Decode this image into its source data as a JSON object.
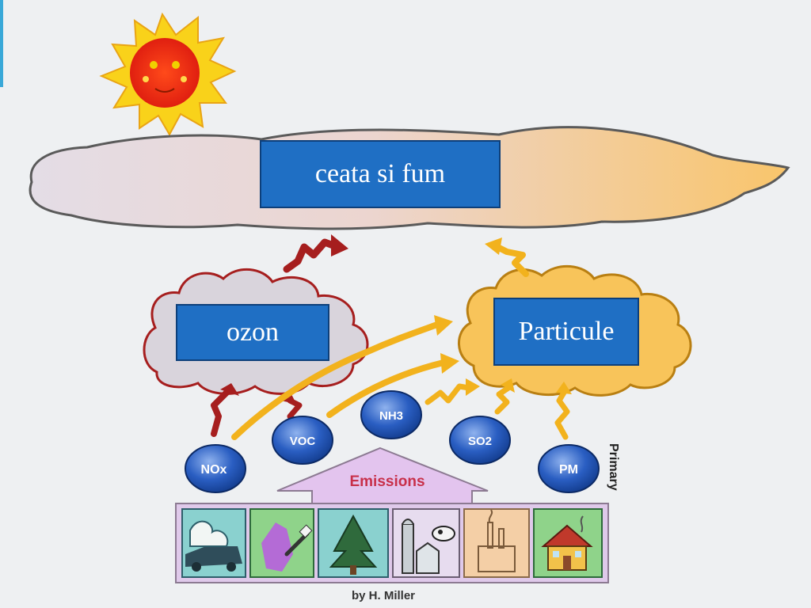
{
  "labels": {
    "smog": "ceata si fum",
    "ozone": "ozon",
    "particles": "Particule",
    "emissions": "Emissions",
    "primary": "Primary",
    "credit": "by H. Miller"
  },
  "pollutants": {
    "nox": "NOx",
    "voc": "VOC",
    "nh3": "NH3",
    "so2": "SO2",
    "pm": "PM"
  },
  "colors": {
    "smog_box": "#1f6fc4",
    "ozone_cloud": "#d9d4dc",
    "particle_cloud": "#f8c45a",
    "arrow_red": "#a61e1e",
    "arrow_yellow": "#f2b21d",
    "emissions_arrow": "#e3c4ee",
    "pollutant_bubble": "#1f55b8"
  },
  "icons": [
    "vehicles-icon",
    "paint-brush-icon",
    "tree-icon",
    "farm-silo-cow-icon",
    "factory-icon",
    "house-icon"
  ]
}
